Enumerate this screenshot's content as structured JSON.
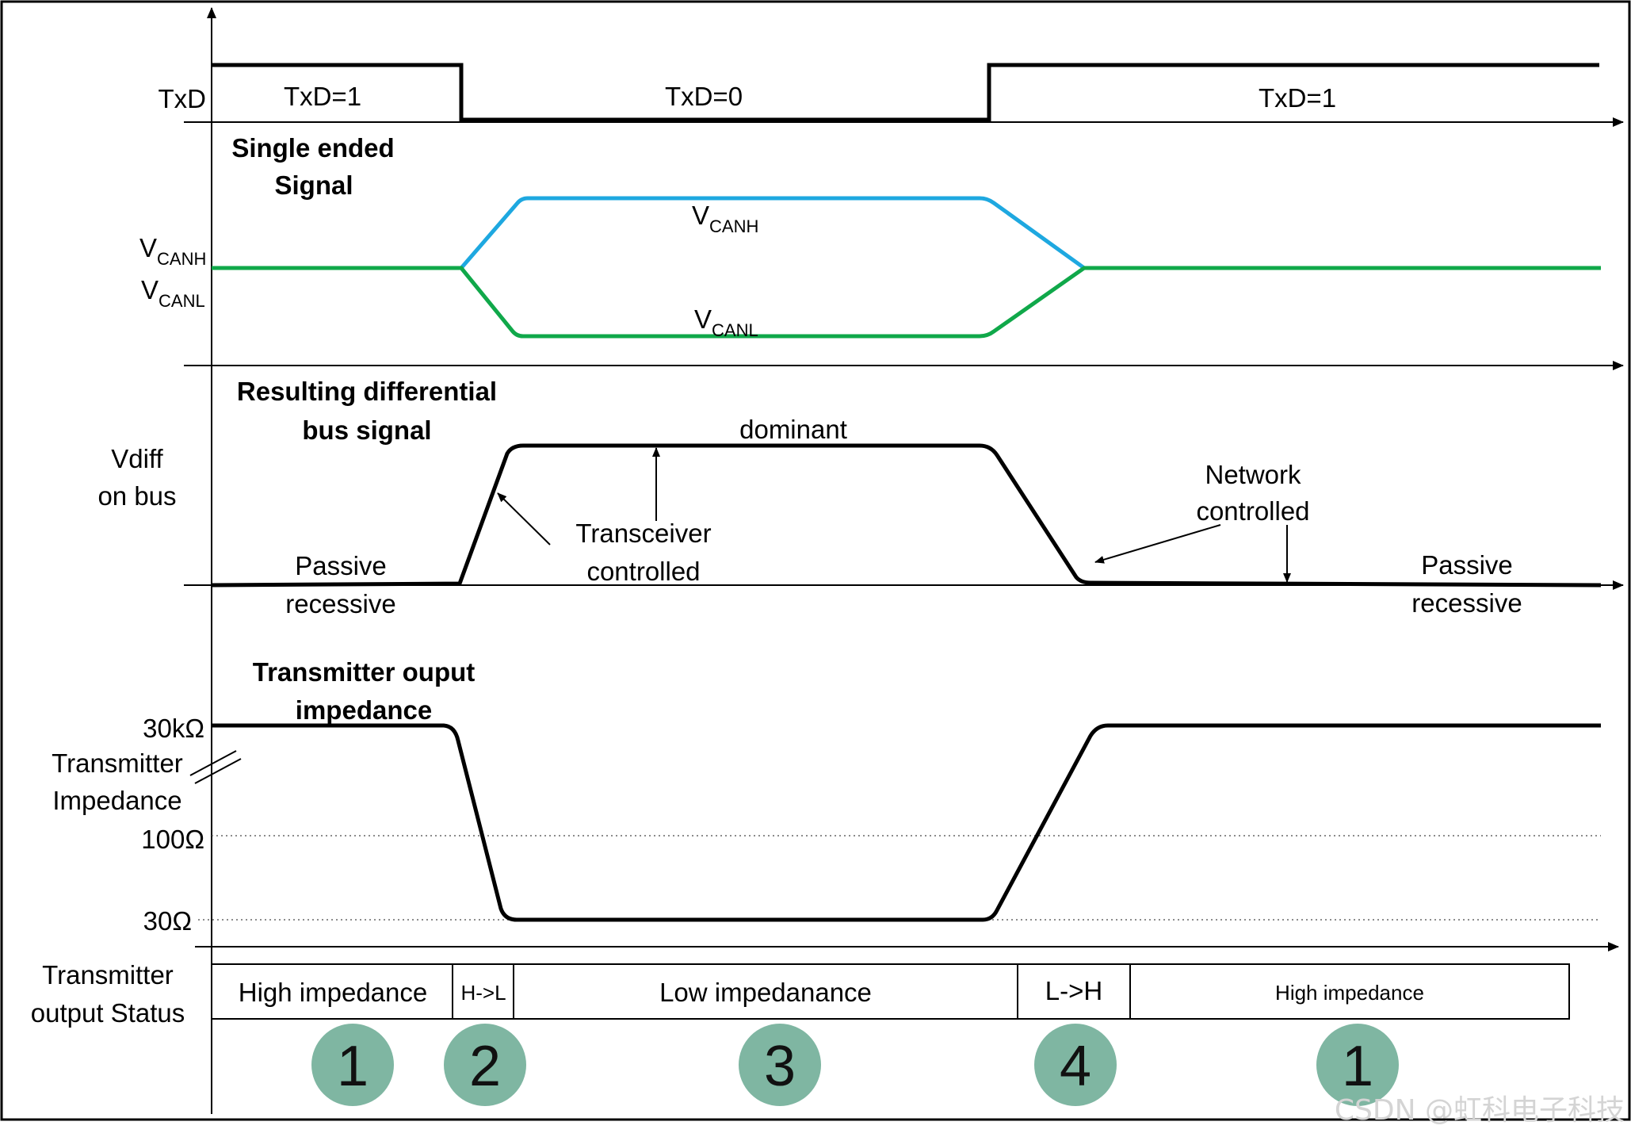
{
  "txd": {
    "axis_label": "TxD",
    "seg1": "TxD=1",
    "seg2": "TxD=0",
    "seg3": "TxD=1"
  },
  "single_ended": {
    "title_line1": "Single ended",
    "title_line2": "Signal",
    "canh_label_main": "V",
    "canh_label_sub": "CANH",
    "canl_label_main": "V",
    "canl_label_sub": "CANL",
    "canh_curve_main": "V",
    "canh_curve_sub": "CANH",
    "canl_curve_main": "V",
    "canl_curve_sub": "CANL",
    "canh_color": "#1ea8e0",
    "canl_color": "#10a84a"
  },
  "differential": {
    "title_line1": "Resulting differential",
    "title_line2": "bus signal",
    "axis_line1": "Vdiff",
    "axis_line2": "on bus",
    "dominant": "dominant",
    "transceiver_line1": "Transceiver",
    "transceiver_line2": "controlled",
    "network_line1": "Network",
    "network_line2": "controlled",
    "passive_left_line1": "Passive",
    "passive_left_line2": "recessive",
    "passive_right_line1": "Passive",
    "passive_right_line2": "recessive"
  },
  "impedance": {
    "title_line1": "Transmitter ouput",
    "title_line2": "impedance",
    "axis_line1": "Transmitter",
    "axis_line2": "Impedance",
    "level_high": "30kΩ",
    "level_mid": "100Ω",
    "level_low": "30Ω"
  },
  "status": {
    "axis_line1": "Transmitter",
    "axis_line2": "output Status",
    "boxes": [
      "High impedance",
      "H->L",
      "Low impedanance",
      "L->H",
      "High impedance"
    ]
  },
  "phases": [
    "1",
    "2",
    "3",
    "4",
    "1"
  ],
  "phase_color": "#7fb6a2",
  "watermark": "CSDN @虹科电子科技"
}
